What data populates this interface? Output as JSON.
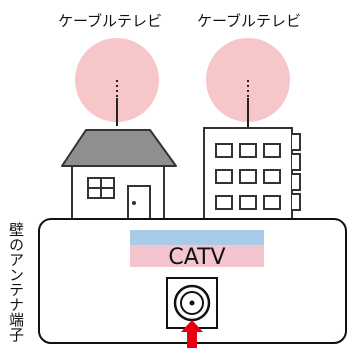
{
  "labels": {
    "house": "ケーブルテレビ",
    "building": "ケーブルテレビ",
    "wall_terminal": "壁のアンテナ端子",
    "plate": "CATV"
  },
  "colors": {
    "signal_circle": "#f7c6c9",
    "plate_top": "#a9cbe9",
    "plate_bottom": "#f5c5cf",
    "arrow": "#e60012",
    "building_face": "#ffffff",
    "roof": "#8f8f8f",
    "outline": "#333333"
  },
  "icons": {
    "house": "house-icon",
    "building": "apartment-building-icon",
    "connector": "coaxial-connector-icon",
    "arrow": "up-arrow-icon"
  }
}
